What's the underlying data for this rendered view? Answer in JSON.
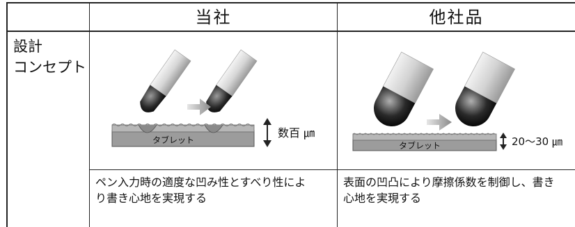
{
  "header": {
    "company_label": "当社",
    "other_label": "他社品"
  },
  "row_label": {
    "line1": "設計",
    "line2": "コンセプト"
  },
  "ours": {
    "tablet_label": "タブレット",
    "depth_label": "数百 ㎛",
    "description_line1": "ペン入力時の適度な凹み性とすべり性によ",
    "description_line2": "り書き心地を実現する"
  },
  "others": {
    "tablet_label": "タブレット",
    "depth_label": "20～30 ㎛",
    "description_line1": "表面の凹凸により摩擦係数を制御し、書き",
    "description_line2": "心地を実現する"
  }
}
